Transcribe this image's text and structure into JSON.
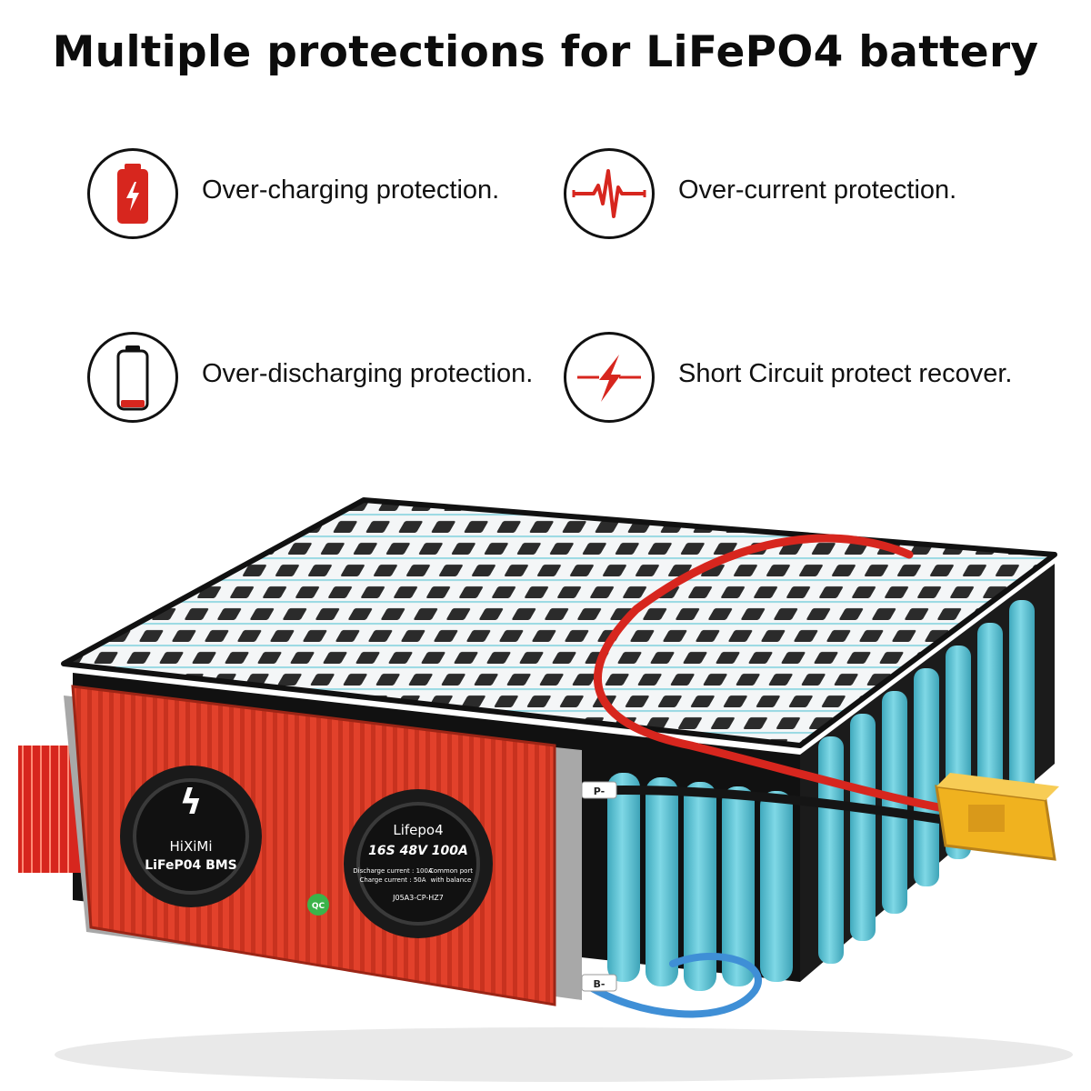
{
  "headline": "Multiple protections for LiFePO4 battery",
  "features": [
    {
      "icon": "battery-charging-icon",
      "label": "Over-charging protection."
    },
    {
      "icon": "heartbeat-pulse-icon",
      "label": "Over-current protection."
    },
    {
      "icon": "battery-low-icon",
      "label": "Over-discharging protection."
    },
    {
      "icon": "lightning-bolt-icon",
      "label": "Short Circuit protect recover."
    }
  ],
  "product": {
    "brand": "HiXiMi",
    "bms_label": "LiFeP04 BMS",
    "fan_title": "Lifepo4",
    "fan_spec": "16S 48V 100A",
    "discharge_current": "Discharge current : 100A",
    "charge_current": "Charge current : 50A",
    "port_note_1": "Common port",
    "port_note_2": "with balance",
    "model": "J05A3-CP-HZ7",
    "qc_badge": "QC",
    "positive_tag": "P-",
    "negative_tag": "B-",
    "colors": {
      "bms_case": "#e2412b",
      "cells": "#5cc6d8",
      "connector": "#f0b21f",
      "accent": "#d7261e"
    }
  }
}
